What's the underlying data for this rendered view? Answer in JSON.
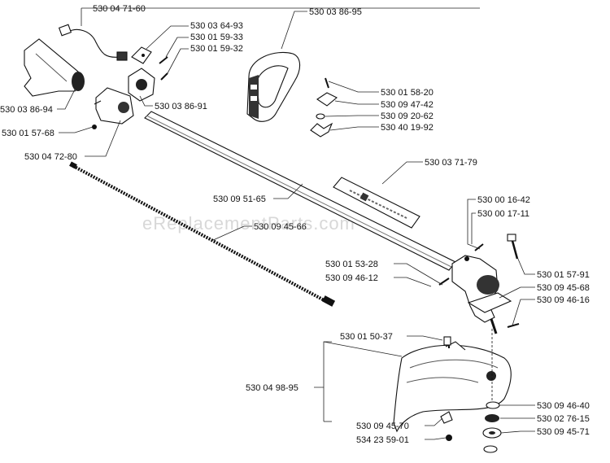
{
  "watermark": "eReplacementParts.com",
  "labels": {
    "p_530_04_71_60": "530 04 71-60",
    "p_530_03_64_93": "530 03 64-93",
    "p_530_01_59_33": "530 01 59-33",
    "p_530_01_59_32": "530 01 59-32",
    "p_530_03_86_95": "530 03 86-95",
    "p_530_03_86_94": "530 03 86-94",
    "p_530_03_86_91": "530 03 86-91",
    "p_530_01_57_68": "530 01 57-68",
    "p_530_04_72_80": "530 04 72-80",
    "p_530_01_58_20": "530 01 58-20",
    "p_530_09_47_42": "530 09 47-42",
    "p_530_09_20_62": "530 09 20-62",
    "p_530_40_19_92": "530 40 19-92",
    "p_530_03_71_79": "530 03 71-79",
    "p_530_09_51_65": "530 09 51-65",
    "p_530_00_16_42": "530 00 16-42",
    "p_530_00_17_11": "530 00 17-11",
    "p_530_09_45_66": "530 09 45-66",
    "p_530_01_53_28": "530 01 53-28",
    "p_530_09_46_12": "530 09 46-12",
    "p_530_01_57_91": "530 01 57-91",
    "p_530_09_45_68": "530 09 45-68",
    "p_530_09_46_16": "530 09 46-16",
    "p_530_01_50_37": "530 01 50-37",
    "p_530_04_98_95": "530 04 98-95",
    "p_530_09_46_40": "530 09 46-40",
    "p_530_02_76_15": "530 02 76-15",
    "p_530_09_45_70": "530 09 45-70",
    "p_530_09_45_71": "530 09 45-71",
    "p_534_23_59_01": "534 23 59-01"
  }
}
